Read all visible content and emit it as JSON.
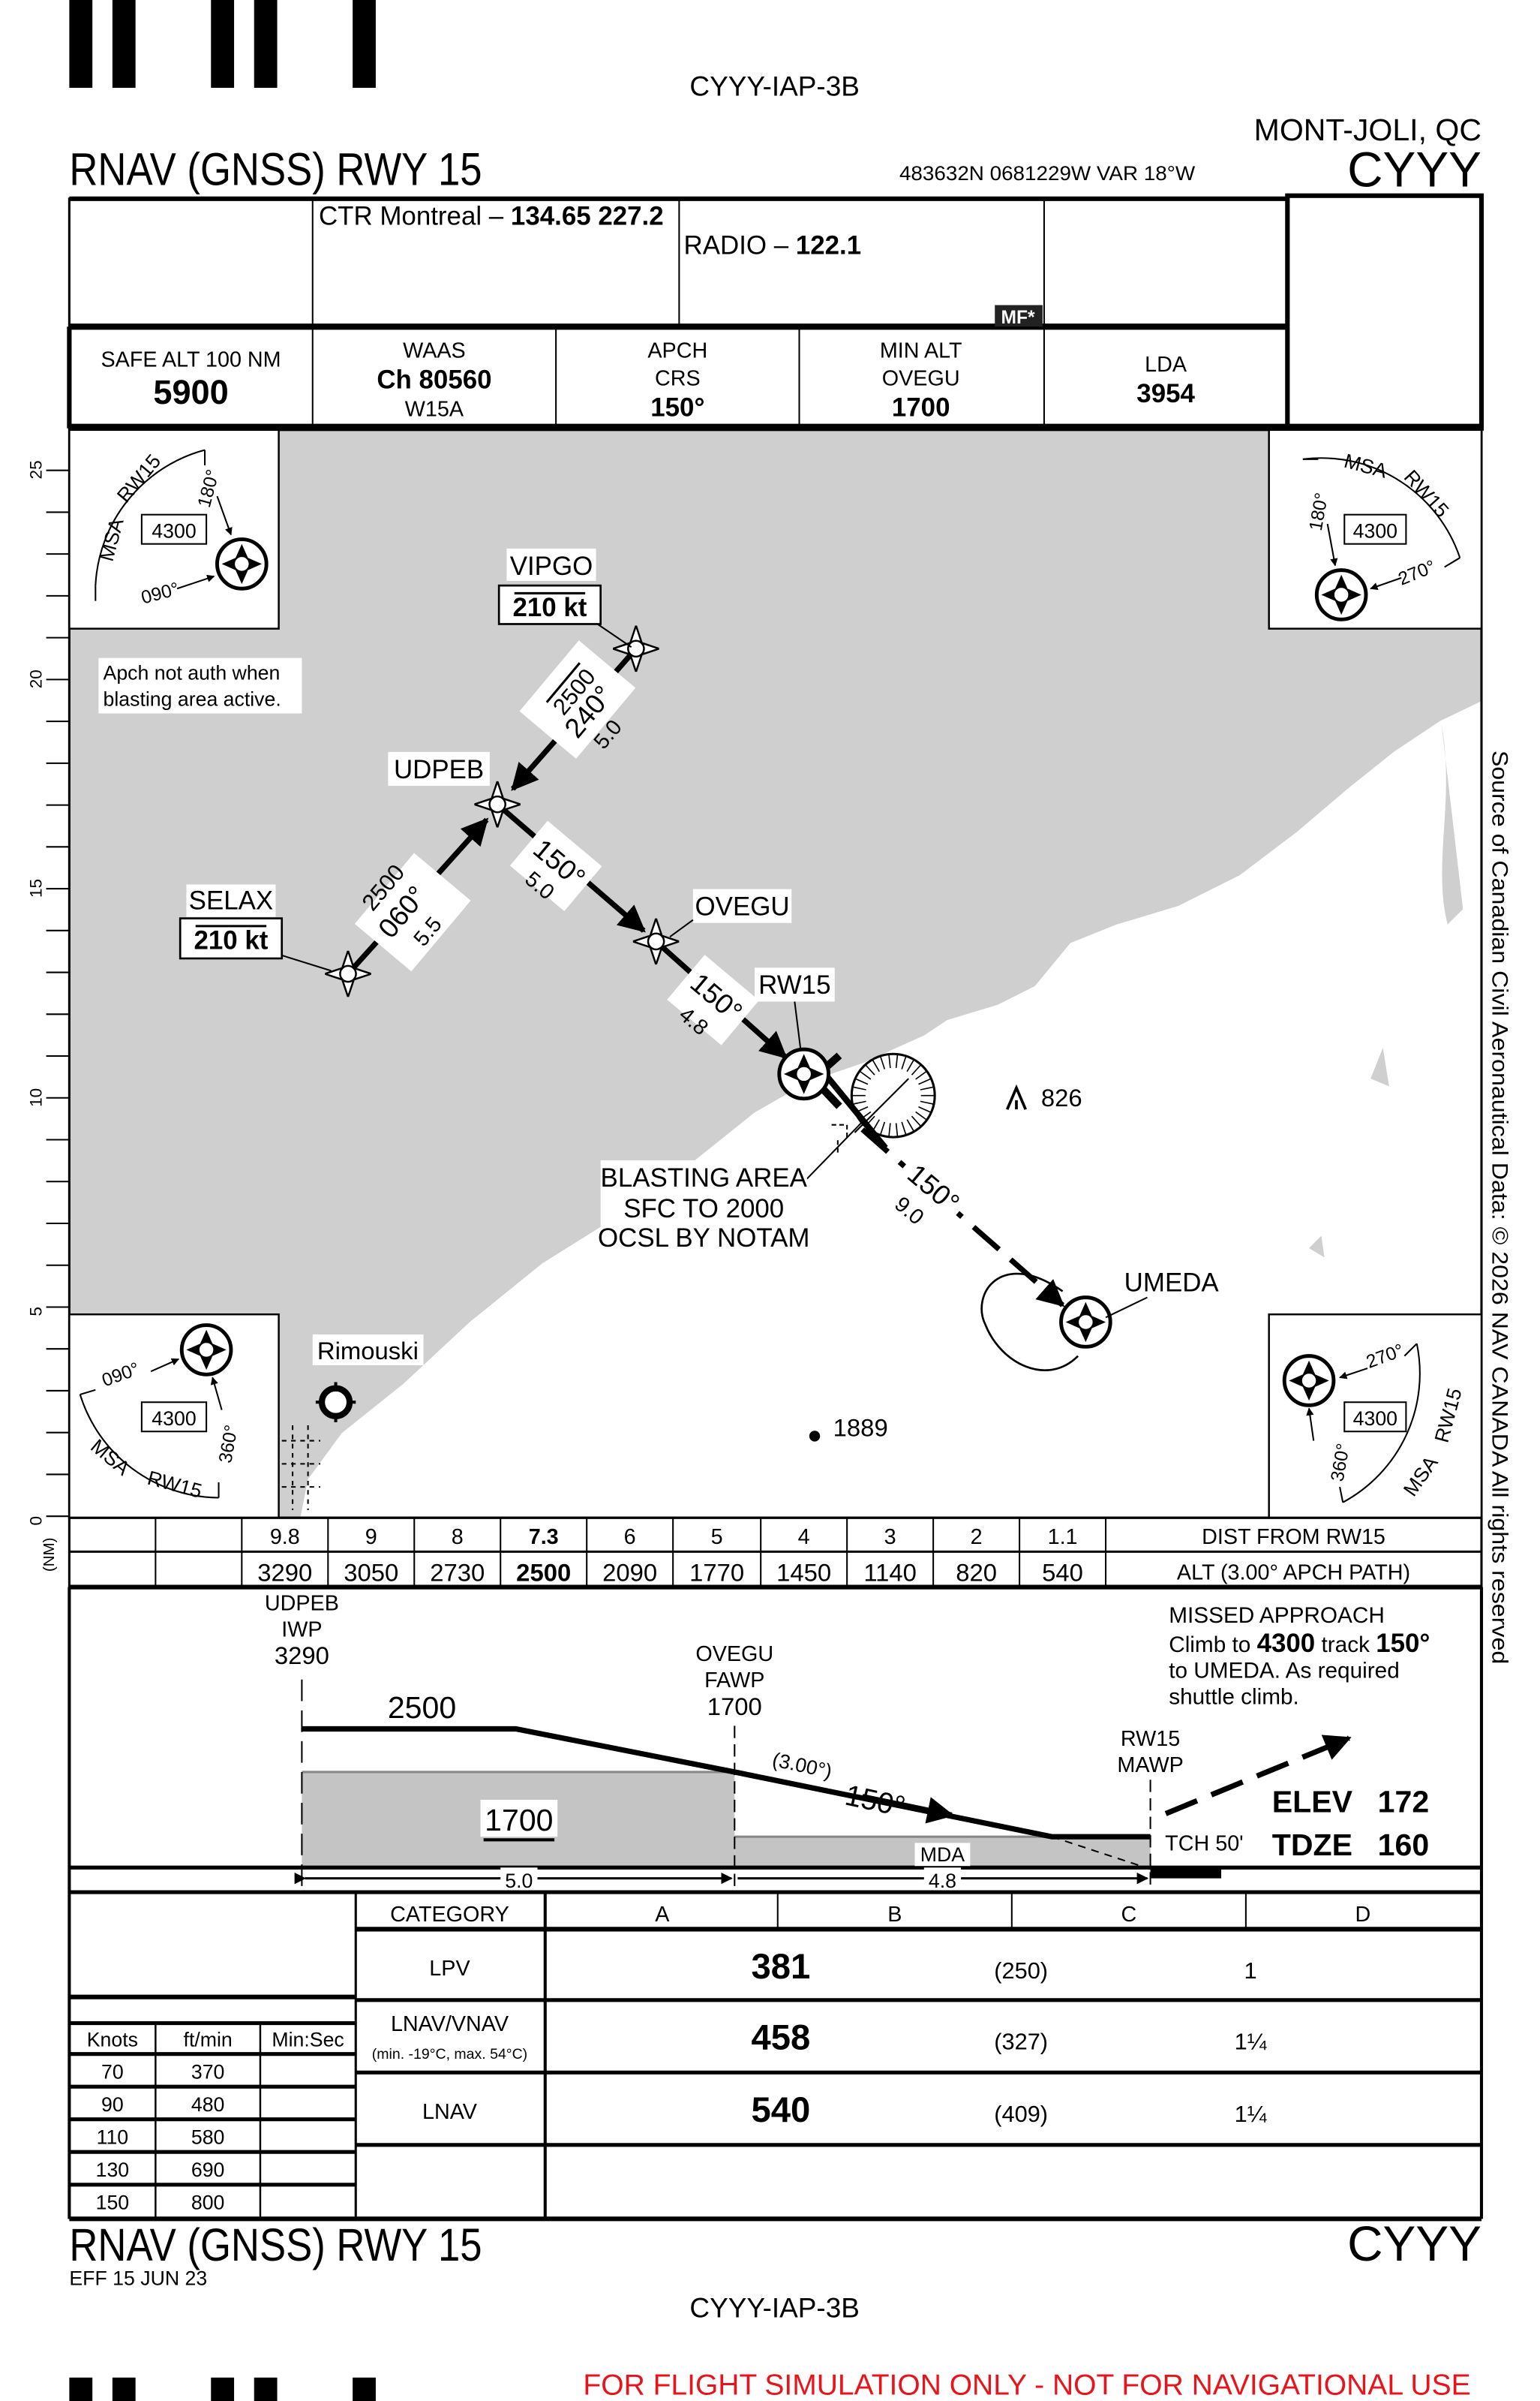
{
  "header": {
    "chart_id": "CYYY-IAP-3B",
    "location": "MONT-JOLI, QC",
    "title": "RNAV (GNSS) RWY 15",
    "airport": "CYYY",
    "coords": "483632N  0681229W  VAR 18°W"
  },
  "comms": {
    "ctr_label": "CTR Montreal – ",
    "ctr_freq": "134.65  227.2",
    "radio_label": "RADIO – ",
    "radio_freq": "122.1",
    "mf_badge": "MF*"
  },
  "briefing": {
    "safe_alt_label": "SAFE ALT 100 NM",
    "safe_alt": "5900",
    "waas_label": "WAAS",
    "waas_channel": "Ch 80560",
    "waas_id": "W15A",
    "apch_label_1": "APCH",
    "apch_label_2": "CRS",
    "apch_crs": "150°",
    "min_alt_label_1": "MIN ALT",
    "min_alt_label_2": "OVEGU",
    "min_alt": "1700",
    "lda_label": "LDA",
    "lda": "3954"
  },
  "map": {
    "scale_labels": [
      "25",
      "20",
      "15",
      "10",
      "5",
      "0"
    ],
    "scale_unit": "(NM)",
    "msa": {
      "label": "MSA",
      "runway": "RW15",
      "altitude": "4300",
      "bearing_090": "090°",
      "bearing_180": "180°",
      "bearing_270": "270°",
      "bearing_360": "360°"
    },
    "note": [
      "Apch not auth when",
      "blasting area active."
    ],
    "waypoints": {
      "vipgo": "VIPGO",
      "udpeb": "UDPEB",
      "selax": "SELAX",
      "ovegu": "OVEGU",
      "rw15": "RW15",
      "umeda": "UMEDA"
    },
    "speed_limit": "210 kt",
    "legs": {
      "vipgo_udpeb": {
        "alt": "2500",
        "track": "240°",
        "dist": "5.0"
      },
      "selax_udpeb": {
        "alt": "2500",
        "track": "060°",
        "dist": "5.5"
      },
      "udpeb_ovegu": {
        "track": "150°",
        "dist": "5.0"
      },
      "ovegu_rw15": {
        "track": "150°",
        "dist": "4.8"
      },
      "missed": {
        "track": "150°",
        "dist": "9.0"
      }
    },
    "blasting": [
      "BLASTING AREA",
      "SFC TO 2000",
      "OCSL BY NOTAM"
    ],
    "town": "Rimouski",
    "obstacle_826": "826",
    "spot_1889": "1889",
    "source_note": "Source of Canadian Civil Aeronautical Data: © 2026 NAV CANADA All rights reserved"
  },
  "profile_table": {
    "dist": [
      "9.8",
      "9",
      "8",
      "7.3",
      "6",
      "5",
      "4",
      "3",
      "2",
      "1.1"
    ],
    "alt": [
      "3290",
      "3050",
      "2730",
      "2500",
      "2090",
      "1770",
      "1450",
      "1140",
      "820",
      "540"
    ],
    "bold_index": 3,
    "dist_label": "DIST FROM RW15",
    "alt_label": "ALT (3.00° APCH PATH)"
  },
  "profile": {
    "udpeb": [
      "UDPEB",
      "IWP",
      "3290"
    ],
    "ovegu": [
      "OVEGU",
      "FAWP",
      "1700"
    ],
    "rw15": [
      "RW15",
      "MAWP"
    ],
    "alt_2500": "2500",
    "alt_1700": "1700",
    "angle": "(3.00°)",
    "track": "150°",
    "mda": "MDA",
    "tch": "TCH 50'",
    "elev_label": "ELEV",
    "elev": "172",
    "tdze_label": "TDZE",
    "tdze": "160",
    "dist_1": "5.0",
    "dist_2": "4.8",
    "missed_title": "MISSED APPROACH",
    "missed_1a": "Climb to ",
    "missed_1b": "4300",
    "missed_1c": " track ",
    "missed_1d": "150°",
    "missed_2": "to UMEDA. As required",
    "missed_3": "shuttle climb."
  },
  "minimums": {
    "category_label": "CATEGORY",
    "categories": [
      "A",
      "B",
      "C",
      "D"
    ],
    "rows": [
      {
        "name": "LPV",
        "sub": "",
        "da": "381",
        "hat": "(250)",
        "vis": "1"
      },
      {
        "name": "LNAV/VNAV",
        "sub": "(min. -19°C, max. 54°C)",
        "da": "458",
        "hat": "(327)",
        "vis": "1¼"
      },
      {
        "name": "LNAV",
        "sub": "",
        "da": "540",
        "hat": "(409)",
        "vis": "1¼"
      }
    ]
  },
  "rate_table": {
    "headers": [
      "Knots",
      "ft/min",
      "Min:Sec"
    ],
    "rows": [
      [
        "70",
        "370"
      ],
      [
        "90",
        "480"
      ],
      [
        "110",
        "580"
      ],
      [
        "130",
        "690"
      ],
      [
        "150",
        "800"
      ]
    ]
  },
  "footer": {
    "title": "RNAV (GNSS) RWY 15",
    "airport": "CYYY",
    "effective": "EFF 15 JUN 23",
    "chart_id": "CYYY-IAP-3B",
    "disclaimer": "FOR FLIGHT SIMULATION ONLY - NOT FOR NAVIGATIONAL USE"
  },
  "colors": {
    "water": "#cfcfcf",
    "terrain_box": "#c4c4c4",
    "disclaimer": "#e8141c"
  }
}
